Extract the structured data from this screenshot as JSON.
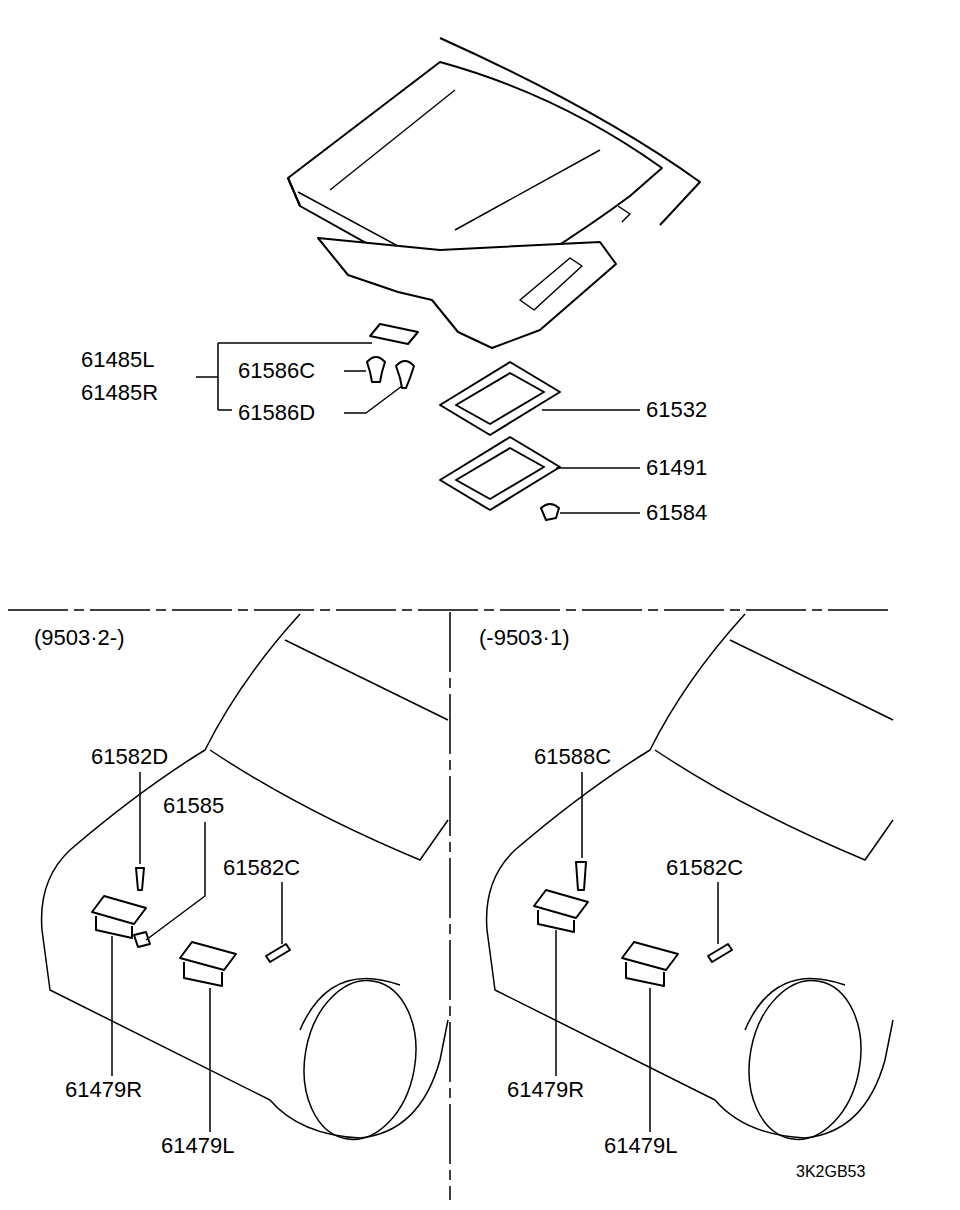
{
  "diagram": {
    "labels": [
      "61485L",
      "61485R",
      "61586C",
      "61586D",
      "61532",
      "61491",
      "61584",
      "(9503·2-)",
      "61582D",
      "61585",
      "61582C",
      "61479R",
      "61479L",
      "(-9503·1)",
      "61588C",
      "61582C",
      "61479R",
      "61479L",
      "3K2GB53"
    ]
  }
}
